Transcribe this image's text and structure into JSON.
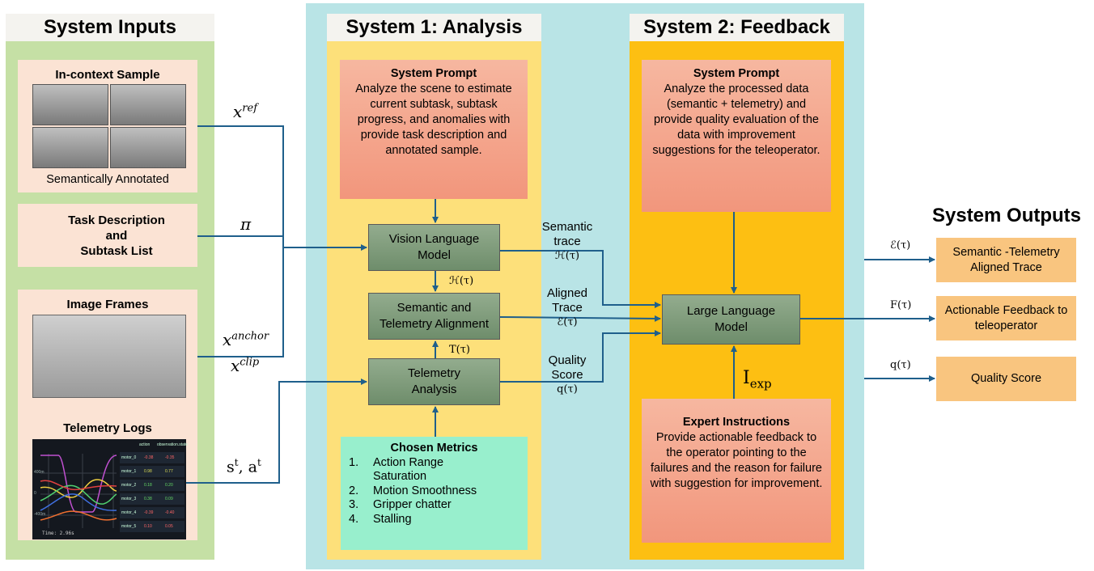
{
  "inputs": {
    "title": "System Inputs",
    "in_context": {
      "title": "In-context Sample",
      "caption": "Semantically Annotated"
    },
    "task": {
      "line1": "Task Description",
      "line2": "and",
      "line3": "Subtask List"
    },
    "frames": {
      "title": "Image Frames"
    },
    "telemetry": {
      "title": "Telemetry Logs",
      "header_action": "action",
      "header_obs": "observation.state",
      "time": "Time: 2.96s",
      "rows": [
        {
          "name": "motor_0",
          "a": "-0.38",
          "b": "-0.35"
        },
        {
          "name": "motor_1",
          "a": "0.98",
          "b": "0.77"
        },
        {
          "name": "motor_2",
          "a": "0.18",
          "b": "0.20"
        },
        {
          "name": "motor_3",
          "a": "0.38",
          "b": "0.09"
        },
        {
          "name": "motor_4",
          "a": "-0.39",
          "b": "-0.40"
        },
        {
          "name": "motor_5",
          "a": "0.10",
          "b": "0.05"
        }
      ],
      "yticks": [
        "400m",
        "0",
        "-400m"
      ]
    }
  },
  "labels": {
    "x_ref_base": "x",
    "x_ref_sup": "ref",
    "pi": "π",
    "x_anchor_base": "x",
    "x_anchor_sup": "anchor",
    "x_clip_base": "x",
    "x_clip_sup": "clip",
    "st_at": "s",
    "st_sup": "t",
    "st_sep": ", a",
    "at_sup": "t",
    "h_tau": "ℋ(τ)",
    "t_tau": "T(τ)",
    "semantic_trace": "Semantic\ntrace",
    "semantic_trace_math": "ℋ(τ)",
    "aligned_trace": "Aligned\nTrace",
    "aligned_trace_math": "ℰ(τ)",
    "quality_score": "Quality\nScore",
    "quality_score_math": "q(τ)",
    "i_exp_base": "I",
    "i_exp_sub": "exp",
    "e_tau": "ℰ(τ)",
    "f_tau": "F(τ)",
    "q_tau": "q(τ)"
  },
  "system1": {
    "title": "System 1: Analysis",
    "prompt_title": "System Prompt",
    "prompt_text": "Analyze the scene to estimate current subtask, subtask progress, and anomalies with provide task description and annotated sample.",
    "vlm": "Vision Language Model",
    "align": "Semantic and Telemetry Alignment",
    "telemetry": "Telemetry Analysis",
    "metrics_title": "Chosen Metrics",
    "metrics": [
      {
        "n": "1.",
        "t": "Action Range Saturation"
      },
      {
        "n": "2.",
        "t": "Motion Smoothness"
      },
      {
        "n": "3.",
        "t": "Gripper chatter"
      },
      {
        "n": "4.",
        "t": "Stalling"
      }
    ]
  },
  "system2": {
    "title": "System 2: Feedback",
    "prompt_title": "System Prompt",
    "prompt_text": "Analyze the processed data (semantic + telemetry) and provide quality evaluation of the data with improvement suggestions for the teleoperator.",
    "llm": "Large Language Model",
    "expert_title": "Expert Instructions",
    "expert_text": "Provide actionable feedback to the operator pointing to the failures and the reason for failure with suggestion for improvement."
  },
  "outputs": {
    "title": "System Outputs",
    "o1": "Semantic -Telemetry Aligned Trace",
    "o2": "Actionable Feedback to teleoperator",
    "o3": "Quality Score"
  },
  "colors": {
    "inputs_bg": "#c5e0a5",
    "center_bg": "#b9e4e6",
    "sys1_bg": "#fde07a",
    "sys2_bg": "#fdbf12",
    "wire": "#1f5f8b",
    "metrics_bg": "#98efcd"
  }
}
